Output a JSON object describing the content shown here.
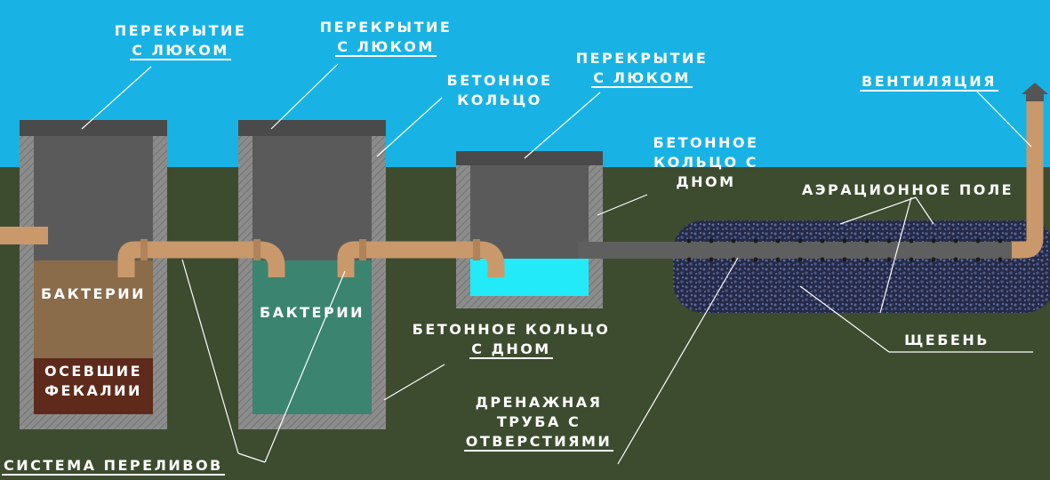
{
  "labels": {
    "cover_hatch_1": [
      "ПЕРЕКРЫТИЕ",
      "С ЛЮКОМ"
    ],
    "cover_hatch_2": [
      "ПЕРЕКРЫТИЕ",
      "С ЛЮКОМ"
    ],
    "cover_hatch_3": [
      "ПЕРЕКРЫТИЕ",
      "С ЛЮКОМ"
    ],
    "concrete_ring": [
      "БЕТОННОЕ",
      "КОЛЬЦО"
    ],
    "concrete_ring_bottom_right": [
      "БЕТОННОЕ",
      "КОЛЬЦО С",
      "ДНОМ"
    ],
    "ventilation": "ВЕНТИЛЯЦИЯ",
    "aeration_field": "АЭРАЦИОННОЕ ПОЛЕ",
    "bacteria_1": "БАКТЕРИИ",
    "bacteria_2": "БАКТЕРИИ",
    "settled_feces": [
      "ОСЕВШИЕ",
      "ФЕКАЛИИ"
    ],
    "concrete_ring_bottom_mid": [
      "БЕТОННОЕ КОЛЬЦО",
      "С ДНОМ"
    ],
    "gravel": "ЩЕБЕНЬ",
    "drainage_pipe": [
      "ДРЕНАЖНАЯ",
      "ТРУБА С",
      "ОТВЕРСТИЯМИ"
    ],
    "overflow_system": "СИСТЕМА ПЕРЕЛИВОВ"
  },
  "colors": {
    "sky": "#18b3e4",
    "ground": "#3d4b2f",
    "concrete_wall": "#8c8c8c",
    "chamber_interior": "#5a5a5a",
    "slab": "#4a4a4a",
    "pipe": "#c9996b",
    "bacteria_brown": "#8a6b4a",
    "settled_sludge": "#5e2a1c",
    "bacteria_green": "#3b8470",
    "clean_water": "#22eaf8",
    "aeration_bed": "#2c3150",
    "drain_pipe": "#5f5f5f"
  }
}
